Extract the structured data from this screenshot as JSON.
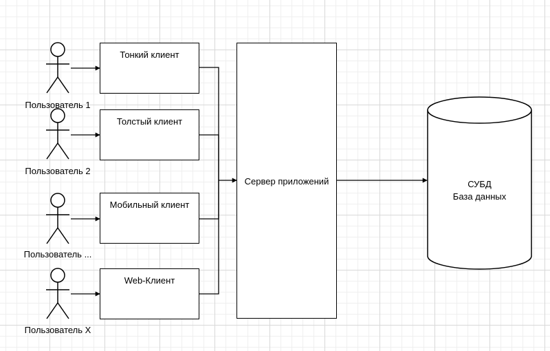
{
  "users": [
    {
      "label": "Пользователь 1"
    },
    {
      "label": "Пользователь 2"
    },
    {
      "label": "Пользователь ..."
    },
    {
      "label": "Пользователь X"
    }
  ],
  "clients": [
    {
      "label": "Тонкий клиент"
    },
    {
      "label": "Толстый клиент"
    },
    {
      "label": "Мобильный клиент"
    },
    {
      "label": "Web-Клиент"
    }
  ],
  "server": {
    "label": "Сервер приложений"
  },
  "database": {
    "line1": "СУБД",
    "line2": "База данных"
  }
}
